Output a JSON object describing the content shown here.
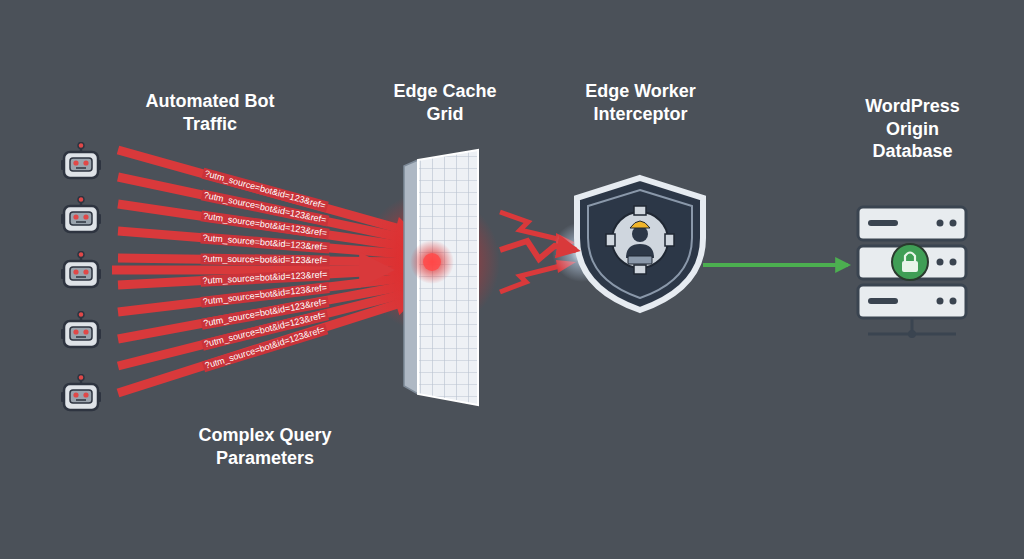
{
  "diagram": {
    "nodes": [
      {
        "text": [
          "Automated Bot Traffic"
        ]
      },
      {
        "text": [
          "Edge Cache Grid"
        ]
      },
      {
        "text": [
          "Edge Worker Interceptor"
        ]
      },
      {
        "text": [
          "WordPress Origin Database"
        ]
      }
    ],
    "edges": [
      {
        "from": 0,
        "to": 1,
        "arrow": "to"
      },
      {
        "from": 1,
        "to": 2,
        "arrow": "to"
      },
      {
        "from": 2,
        "to": 3,
        "arrow": "to"
      }
    ],
    "labels": [
      "?utm_source=bot&id=123&ref=",
      "?utm_source=bot&id=123&ref=",
      "?utm_source=bot&id=123&ref=",
      "?utm_source=bot&id=123&ref=",
      "?utm_source=bot&id=123&ref=",
      "?utm_source=bot&id=123&ref=",
      "?utm_source=bot&id=123&ref=",
      "?utm_source=bot&id=123&ref=",
      "?utm_source=bot&id=123&ref=",
      "?utm_source=bot&id=123&ref=",
      "Complex Query Parameters"
    ]
  }
}
